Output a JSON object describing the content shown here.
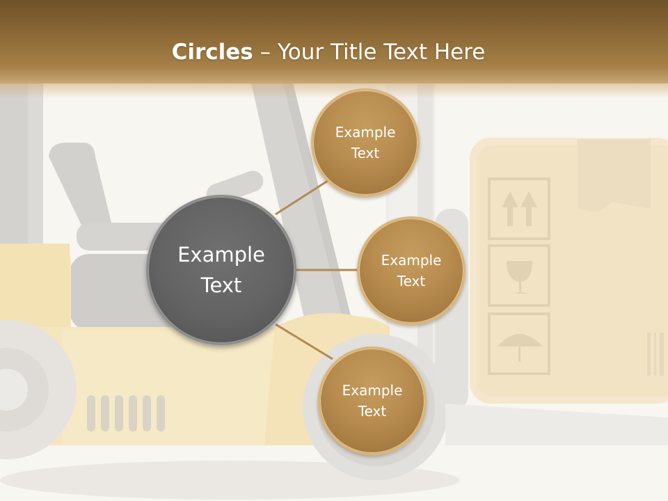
{
  "title": {
    "bold": "Circles",
    "rest": " – Your Title Text Here"
  },
  "center": {
    "line1": "Example",
    "line2": "Text"
  },
  "nodes": [
    {
      "line1": "Example",
      "line2": "Text"
    },
    {
      "line1": "Example",
      "line2": "Text"
    },
    {
      "line1": "Example",
      "line2": "Text"
    }
  ],
  "colors": {
    "title_bar": "#8e6b37",
    "gold_circle": "#b88c4f",
    "center_circle": "#636363",
    "connector": "#b08a55"
  }
}
